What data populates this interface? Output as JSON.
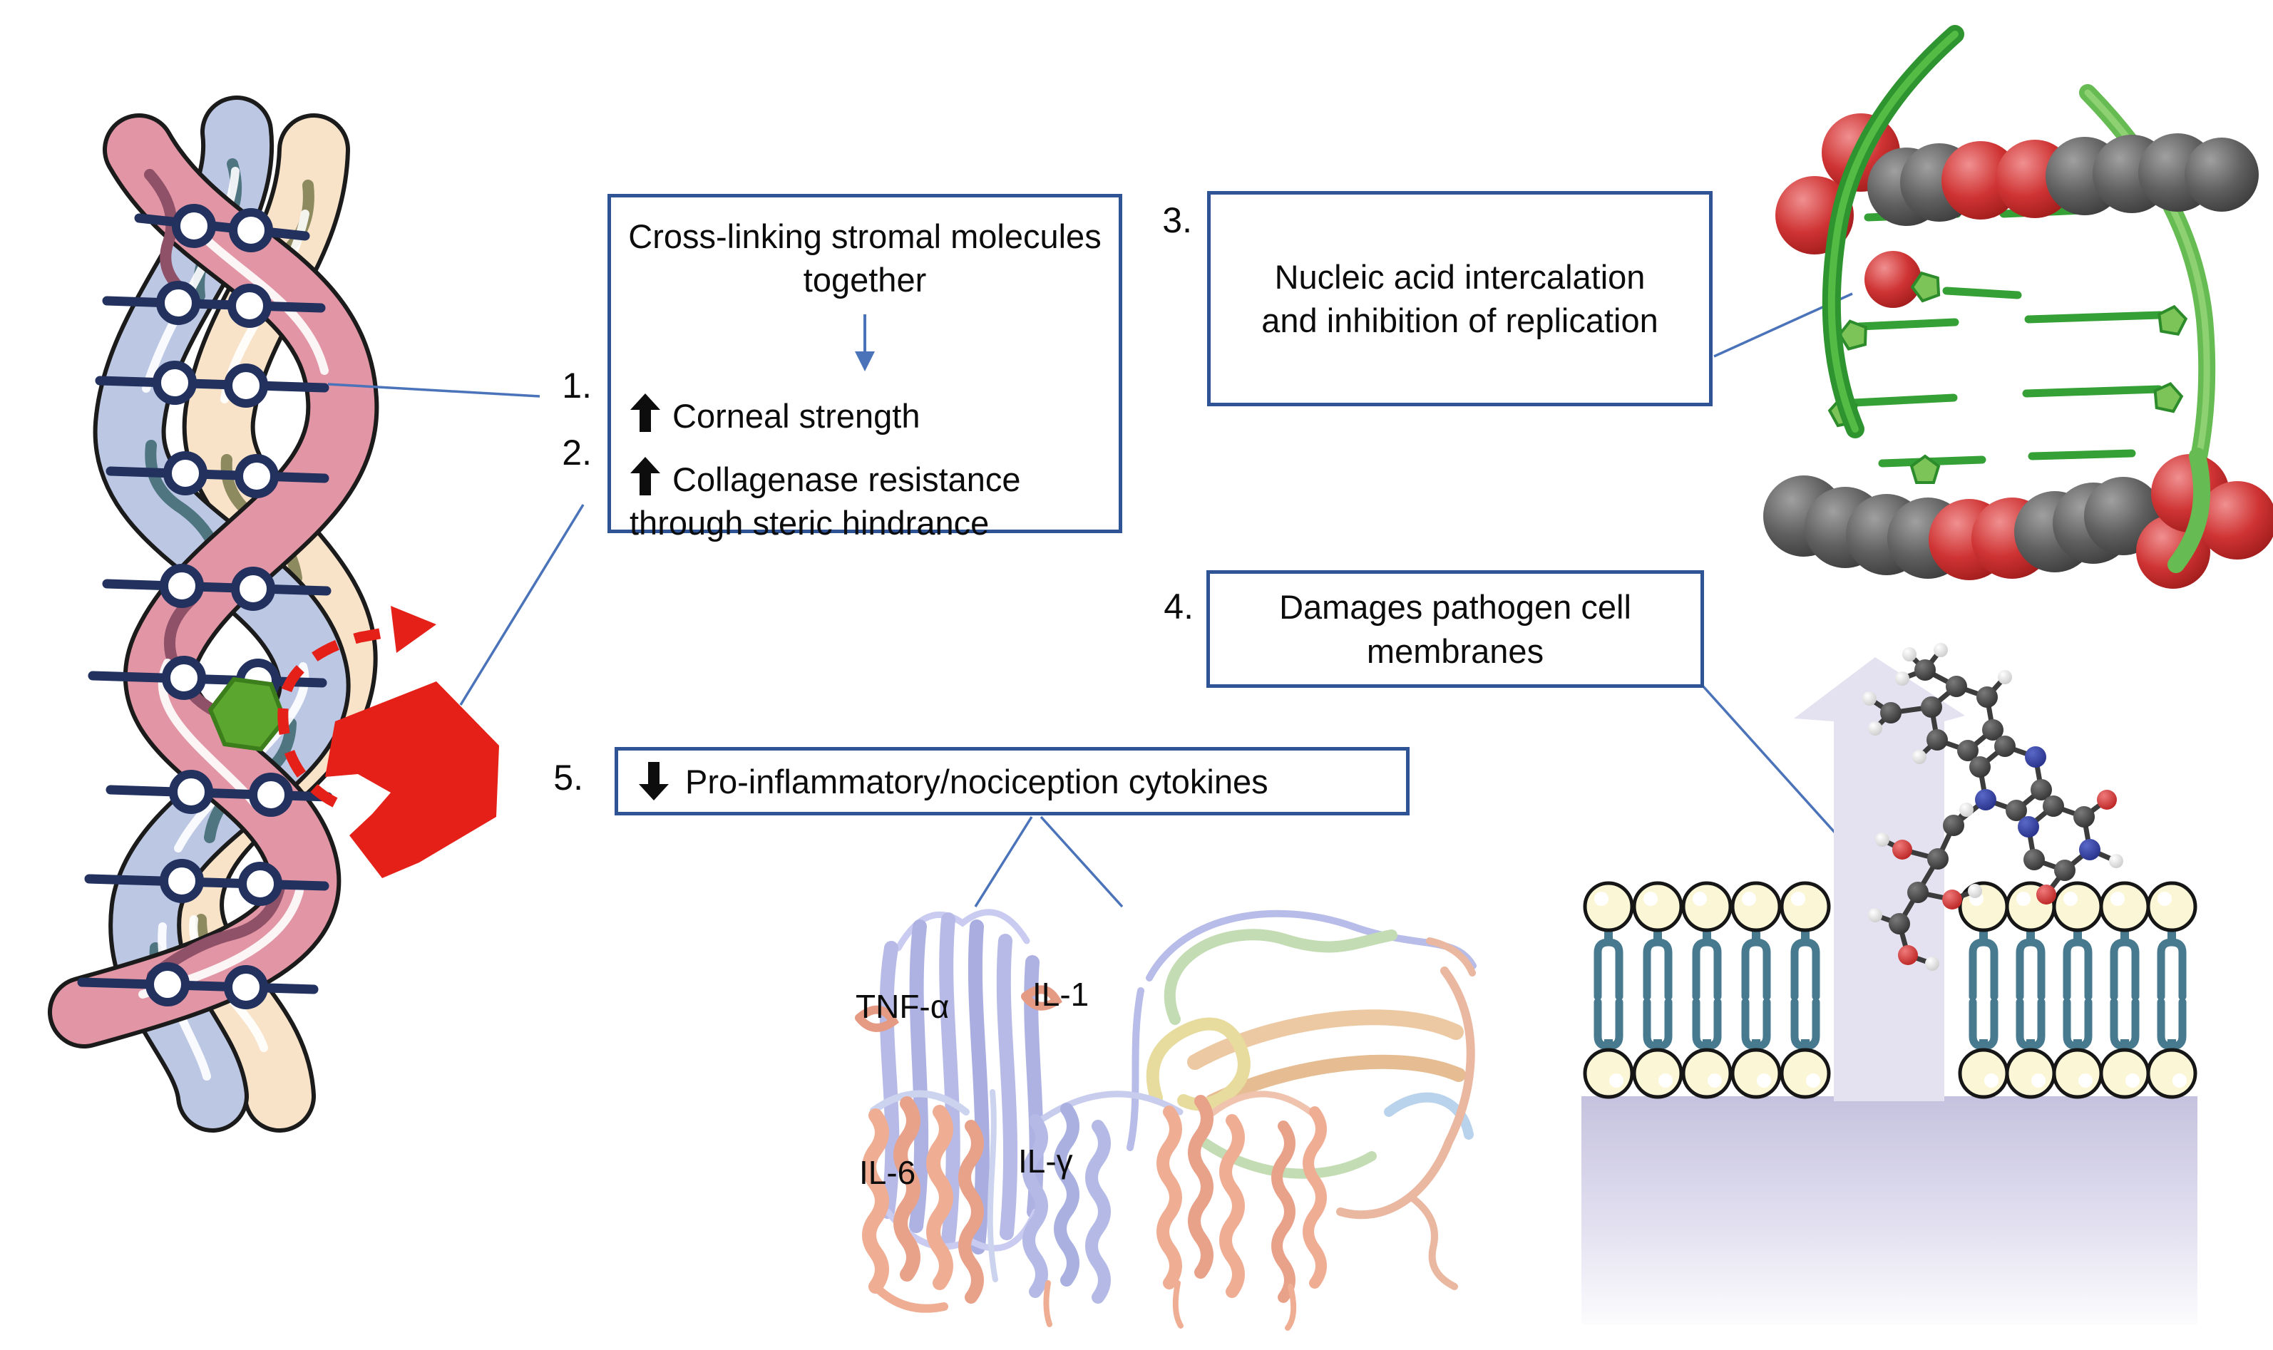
{
  "figure": {
    "boxes": {
      "crosslinking": {
        "title": "Cross-linking stromal molecules together",
        "items": [
          {
            "number": "1.",
            "direction": "up",
            "text": "Corneal strength"
          },
          {
            "number": "2.",
            "direction": "up",
            "text": "Collagenase resistance through steric hindrance"
          }
        ]
      },
      "nucleic_acid": {
        "number": "3.",
        "text": "Nucleic acid intercalation and inhibition of replication"
      },
      "membranes": {
        "number": "4.",
        "text": "Damages pathogen cell membranes"
      },
      "cytokines": {
        "number": "5.",
        "direction": "down",
        "text": "Pro-inflammatory/nociception cytokines"
      }
    },
    "cytokine_labels": {
      "tnf_alpha": "TNF-α",
      "il_1": "IL-1",
      "il_6": "IL-6",
      "il_gamma": "IL-γ"
    },
    "icons": {
      "increase_arrow": "↑",
      "decrease_arrow": "↓",
      "implies_arrow": "↓"
    },
    "colors": {
      "box_border": "#2f5496",
      "connector_line": "#4a73b9",
      "thick_arrow": "#0d0d0d",
      "crosslink_navy": "#22315e",
      "riboflavin_green": "#5aa62f",
      "enzyme_red": "#e52018",
      "strand_pink": "#e295a5",
      "strand_blue": "#bcc7e4",
      "strand_beige": "#f8e3c9",
      "dna_green": "#2e9430",
      "sphere_gray": "#5f5f5f",
      "sphere_red": "#cf3333",
      "lipid_head": "#faf6d6",
      "lipid_tail": "#47798f",
      "cytoplasm_lavender": "#c5c2df"
    }
  }
}
